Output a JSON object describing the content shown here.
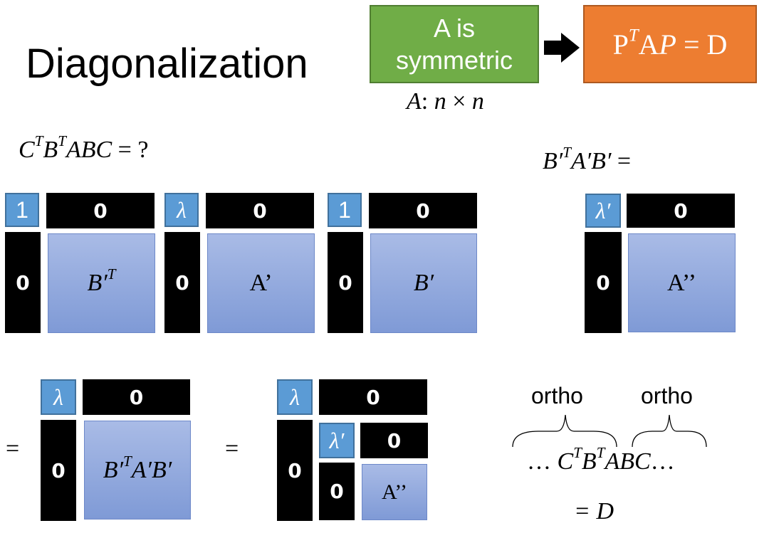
{
  "title": "Diagonalization",
  "premise": {
    "line1": "A is",
    "line2": "symmetric"
  },
  "result": {
    "P": "P",
    "T": "T",
    "A": "A",
    "P2": "P",
    "eqD": " = D"
  },
  "dims": {
    "A": "A",
    "colon": ": ",
    "n1": "n",
    "times": " × ",
    "n2": "n"
  },
  "question": {
    "C": "C",
    "T1": "T",
    "B": "B",
    "T2": "T",
    "ABC": "ABC",
    "tail": " = ?"
  },
  "recursive_expr": {
    "B1": "B′",
    "T": "T",
    "A": "A′",
    "B2": "B′",
    "tail": " ="
  },
  "zero": "0",
  "one": "1",
  "lambda": "λ",
  "lambda_prime": "λ′",
  "blocks": {
    "bt": "B′",
    "bt_sup": "T",
    "a_prime": "A’",
    "b_prime": "B′",
    "a_dprime": "A’’"
  },
  "middle": {
    "B1": "B′",
    "T": "T",
    "A": "A′",
    "B2": "B′"
  },
  "equals": "=",
  "brace_labels": {
    "left": "ortho",
    "right": "ortho"
  },
  "bottom_expr": {
    "lead": "… ",
    "C": "C",
    "T1": "T",
    "B": "B",
    "T2": "T",
    "ABC": "ABC",
    "trail": "…"
  },
  "final": "= D"
}
